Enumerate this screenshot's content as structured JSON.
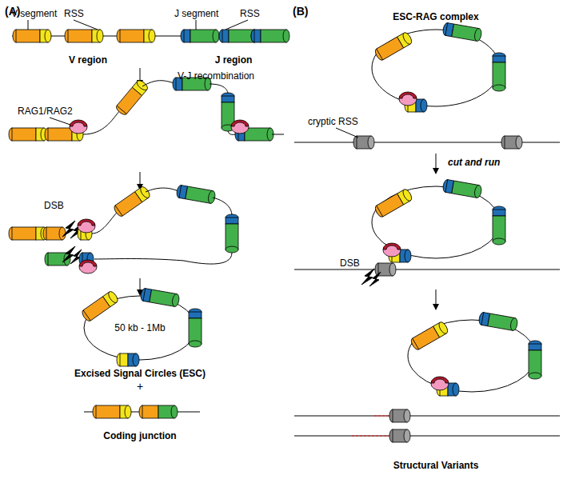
{
  "diagram": {
    "nodes": [
      {
        "text": [
          "50 kb - 1Mb"
        ]
      }
    ],
    "labels": [
      "(A)",
      "V segment",
      "RSS",
      "J segment",
      "RSS",
      "V region",
      "J region",
      "V-J recombination",
      "RAG1/RAG2",
      "DSB",
      "Excised Signal Circles (ESC)",
      "+",
      "Coding junction",
      "(B)",
      "ESC-RAG complex",
      "cryptic RSS",
      "cut and run",
      "DSB",
      "Structural Variants"
    ]
  }
}
